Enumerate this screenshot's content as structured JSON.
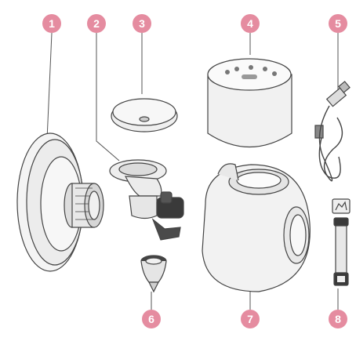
{
  "colors": {
    "badge": "#e58ca0",
    "line": "#555555",
    "part_fill": "#f4f4f4",
    "part_shade": "#e2e2e2",
    "dark": "#3a3a3a"
  },
  "callouts": [
    {
      "number": "1",
      "part": "flange-backplate"
    },
    {
      "number": "2",
      "part": "silicone-breast-shield"
    },
    {
      "number": "3",
      "part": "silicone-membrane"
    },
    {
      "number": "4",
      "part": "motor-unit"
    },
    {
      "number": "5",
      "part": "usb-charging-cable"
    },
    {
      "number": "6",
      "part": "duckbill-valve"
    },
    {
      "number": "7",
      "part": "collection-cup"
    },
    {
      "number": "8",
      "part": "strap-clip"
    }
  ]
}
